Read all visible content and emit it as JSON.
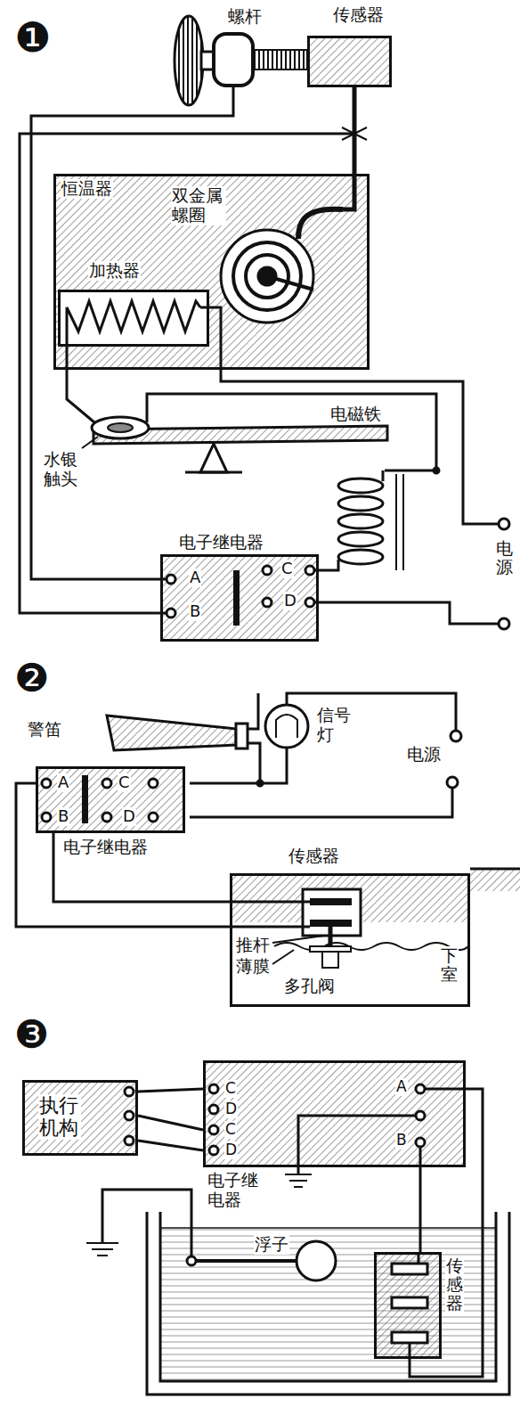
{
  "diagram": {
    "nodes": [
      {
        "text": [
          "传感器"
        ]
      },
      {
        "text": [
          "恒温器",
          "双金属螺圈"
        ]
      },
      {
        "text": [
          "加热器"
        ],
        "in": 1
      },
      {
        "text": [
          "电子继电器",
          "A",
          "B",
          "C",
          "D"
        ]
      },
      {
        "text": [
          "A",
          "B",
          "C",
          "D",
          "电子继电器"
        ]
      },
      {
        "text": [
          "传感器",
          "推杆",
          "薄膜",
          "多孔阀",
          "下室"
        ]
      },
      {
        "text": [
          "执行机构"
        ]
      },
      {
        "text": [
          "C",
          "D",
          "C",
          "D",
          "A",
          "B",
          "电子继电器"
        ]
      },
      {
        "text": [
          "传感器"
        ]
      }
    ],
    "edges": [
      {
        "from": 4,
        "to": 5,
        "arrow": "none"
      },
      {
        "from": 4,
        "to": 5,
        "arrow": "none"
      },
      {
        "from": 7,
        "to": 6,
        "arrow": "none"
      },
      {
        "from": 7,
        "to": 6,
        "arrow": "none"
      },
      {
        "from": 7,
        "to": 6,
        "arrow": "none"
      },
      {
        "from": 7,
        "to": 8,
        "arrow": "none"
      },
      {
        "from": 7,
        "to": 8,
        "arrow": "none"
      }
    ],
    "labels": [
      "❶",
      "螺杆",
      "电磁铁",
      "水银触头",
      "电源",
      "❷",
      "警笛",
      "信号灯",
      "电源",
      "❸",
      "浮子"
    ]
  }
}
